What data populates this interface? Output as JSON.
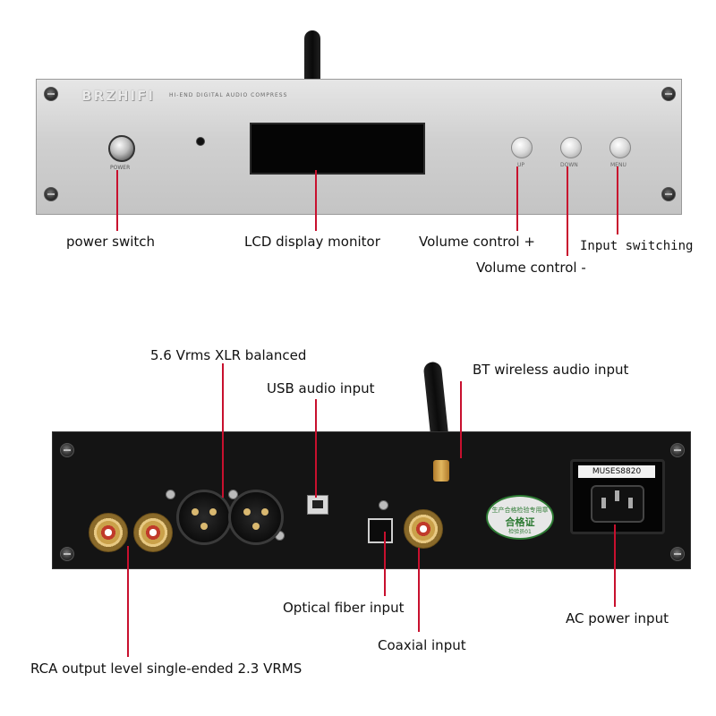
{
  "front": {
    "brand": "BRZHIFI",
    "brand_subtitle": "HI-END DIGITAL AUDIO COMPRESS",
    "power_text": "POWER",
    "up_text": "UP",
    "down_text": "DOWN",
    "menu_text": "MENU",
    "labels": {
      "power_switch": "power switch",
      "lcd": "LCD display monitor",
      "volume_plus": "Volume control +",
      "volume_minus": "Volume control -",
      "input_switching": "Input switching"
    }
  },
  "rear": {
    "sticker_line1": "生产合格检验专用章",
    "sticker_line2": "合格证",
    "sticker_line3": "检验员01",
    "ac_sticker": "MUSES8820",
    "labels": {
      "xlr": "5.6 Vrms XLR balanced",
      "usb": "USB audio input",
      "bt": "BT wireless audio input",
      "optical": "Optical fiber input",
      "coaxial": "Coaxial input",
      "ac": "AC power input",
      "rca": "RCA output level single-ended 2.3 VRMS"
    }
  },
  "colors": {
    "callout_line": "#c8102e"
  }
}
